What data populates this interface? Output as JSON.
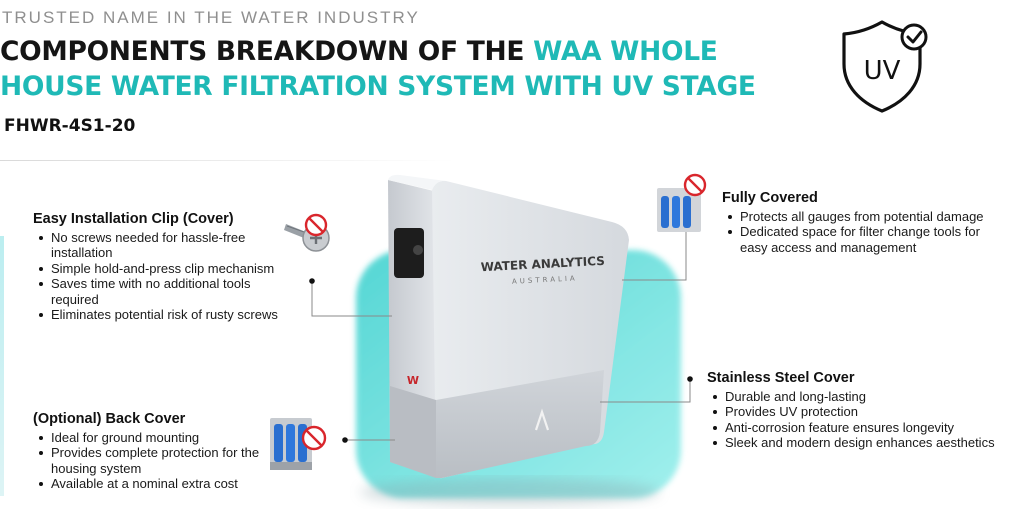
{
  "header": {
    "tagline": "TRUSTED NAME IN THE WATER INDUSTRY",
    "title_part1": "COMPONENTS BREAKDOWN OF THE ",
    "title_part2": "WAA WHOLE",
    "title_line2": "HOUSE WATER FILTRATION SYSTEM WITH UV STAGE",
    "model": "FHWR-4S1-20",
    "uv_badge_text": "UV"
  },
  "product": {
    "brand": "WATER ANALYTICS",
    "brand_sub": "AUSTRALIA",
    "logo_mark": "W"
  },
  "features": {
    "install": {
      "title": "Easy Installation Clip (Cover)",
      "items": [
        "No screws needed for hassle-free installation",
        "Simple hold-and-press clip mechanism",
        "Saves time with no additional tools required",
        "Eliminates potential risk of rusty screws"
      ]
    },
    "back": {
      "title": "(Optional) Back Cover",
      "items": [
        "Ideal for ground mounting",
        "Provides complete protection for the housing system",
        "Available at a nominal extra cost"
      ]
    },
    "covered": {
      "title": "Fully Covered",
      "items": [
        "Protects all gauges from potential damage",
        "Dedicated space for filter change tools for easy access and management"
      ]
    },
    "steel": {
      "title": "Stainless Steel Cover",
      "items": [
        "Durable and long-lasting",
        "Provides UV protection",
        "Anti-corrosion feature ensures longevity",
        "Sleek and modern design enhances aesthetics"
      ]
    }
  },
  "colors": {
    "accent": "#1fb9b6",
    "teal_glow": "#7fe5e3",
    "prohibit_red": "#d9262c"
  }
}
